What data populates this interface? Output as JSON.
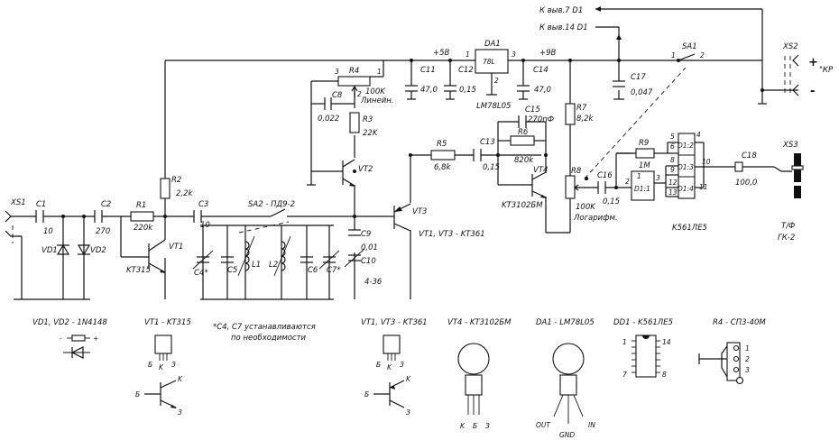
{
  "schematic": {
    "connectors": {
      "xs1": "XS1",
      "xs2": "XS2",
      "xs3": "XS3",
      "xs2_plus": "+",
      "xs2_minus": "-",
      "xs2_kr": "\"КР",
      "xs3_type_1": "Т/Ф",
      "xs3_type_2": "ГК-2"
    },
    "rails": {
      "plus5": "+5В",
      "plus9": "+9В",
      "pin7": "К выв.7 D1",
      "pin14": "К выв.14 D1"
    },
    "capacitors": {
      "c1": "C1",
      "c1_val": "10",
      "c2": "C2",
      "c2_val": "270",
      "c3": "C3",
      "c3_val": "10",
      "c4": "C4*",
      "c5": "C5",
      "c6": "C6",
      "c7": "C7*",
      "c8": "C8",
      "c8_val": "0,022",
      "c9": "C9",
      "c9_val": "0,01",
      "c10": "C10",
      "c10_val": "4-36",
      "c11": "C11",
      "c11_val": "47,0",
      "c12": "C12",
      "c12_val": "0,15",
      "c13": "C13",
      "c13_val": "0,15",
      "c14": "C14",
      "c14_val": "47,0",
      "c15": "C15",
      "c15_val": "270пФ",
      "c16": "C16",
      "c16_val": "0,15",
      "c17": "C17",
      "c17_val": "0,047",
      "c18": "C18",
      "c18_val": "100,0"
    },
    "resistors": {
      "r1": "R1",
      "r1_val": "220k",
      "r2": "R2",
      "r2_val": "2,2k",
      "r3": "R3",
      "r3_val": "22K",
      "r4": "R4",
      "r4_val": "100K",
      "r4_mode": "Линейн.",
      "r4_pin3": "3",
      "r4_pin1": "1",
      "r4_pin2": "2",
      "r5": "R5",
      "r5_val": "6,8k",
      "r6": "R6",
      "r6_val": "820k",
      "r7": "R7",
      "r7_val": "8,2k",
      "r8": "R8",
      "r8_val": "100K",
      "r8_mode": "Логарифм.",
      "r9": "R9",
      "r9_val": "1M"
    },
    "diodes": {
      "vd1": "VD1",
      "vd2": "VD2"
    },
    "transistors": {
      "vt1": "VT1",
      "vt1_type": "KT315",
      "vt2": "VT2",
      "vt3": "VT3",
      "vt4": "VT4",
      "vt4_type": "KT3102БМ",
      "vt13_note": "VT1, VT3 - KT361"
    },
    "coils": {
      "l1": "L1",
      "l2": "L2"
    },
    "switches": {
      "sa1": "SA1",
      "sa1_p1": "1",
      "sa1_p2": "2",
      "sa2": "SA2 - ПД9-2"
    },
    "regulator": {
      "name": "DA1",
      "type": "LM78L05",
      "mark": "78L",
      "pin1": "1",
      "pin2": "2",
      "pin3": "3"
    },
    "logic": {
      "g1": "D1:1",
      "g2": "D1:2",
      "g3": "D1:3",
      "g4": "D1:4",
      "pins": [
        "1",
        "2",
        "3",
        "5",
        "6",
        "4",
        "8",
        "9",
        "10",
        "12",
        "13",
        "11"
      ],
      "ic": "K561ЛЕ5"
    }
  },
  "legend": {
    "diodes": "VD1, VD2 - 1N4148",
    "vt1": "VT1 - KT315",
    "note_line1": "*C4, C7 устанавливаются",
    "note_line2": "по необходимости",
    "vt13": "VT1, VT3 - KT361",
    "vt4": "VT4 - KT3102БМ",
    "da1": "DA1 - LM78L05",
    "dd1": "DD1 - K561ЛЕ5",
    "r4": "R4 - СП3-40М",
    "pins_bke": [
      "Б",
      "K",
      "З"
    ],
    "pins_bke2": [
      "Б",
      "K",
      "З"
    ],
    "sym_b": "Б",
    "sym_k": "K",
    "sym_e": "З",
    "sym_b2": "Б",
    "sym_k2": "K",
    "sym_e2": "З",
    "vt4_pins": [
      "K",
      "Б",
      "З"
    ],
    "da1_out": "OUT",
    "da1_gnd": "GND",
    "da1_in": "IN",
    "dd1_p1": "1",
    "dd1_p7": "7",
    "dd1_p14": "14",
    "dd1_p8": "8",
    "r4_p1": "1",
    "r4_p2": "2",
    "r4_p3": "3",
    "diode_plus": "+",
    "diode_minus": "-"
  }
}
